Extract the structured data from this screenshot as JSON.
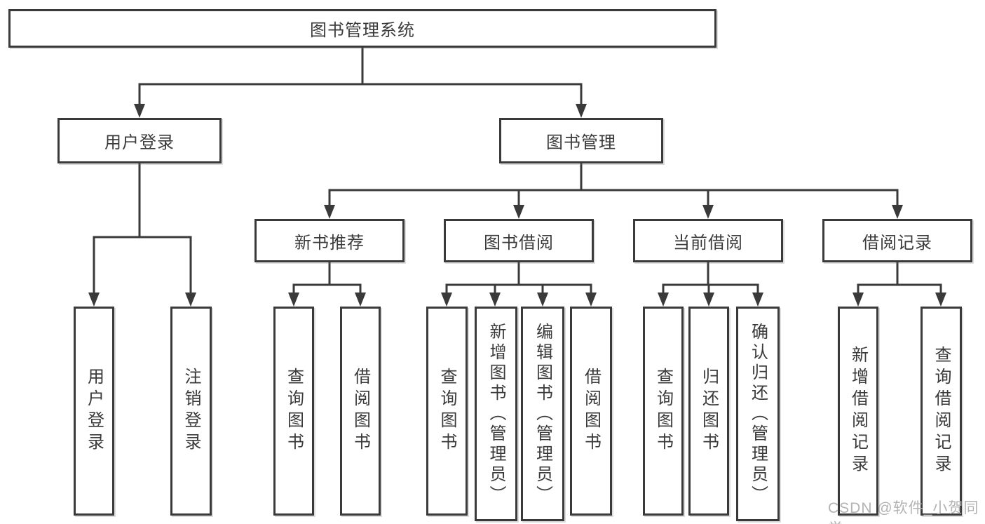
{
  "diagram": {
    "title": "图书管理系统",
    "branches": {
      "user_login": "用户登录",
      "book_management": "图书管理"
    },
    "sections": {
      "new_books": "新书推荐",
      "book_borrowing": "图书借阅",
      "current_borrowing": "当前借阅",
      "borrowing_records": "借阅记录"
    },
    "leaves": {
      "user_login": "用户登录",
      "logout": "注销登录",
      "nb_query_books": "查询图书",
      "nb_borrow_books": "借阅图书",
      "bb_query_books": "查询图书",
      "bb_add_books": "新增图书（管理员）",
      "bb_edit_books": "编辑图书（管理员）",
      "bb_borrow_books": "借阅图书",
      "cb_query_books": "查询图书",
      "cb_return_books": "归还图书",
      "cb_confirm_return": "确认归还（管理员）",
      "br_add_record": "新增借阅记录",
      "br_query_record": "查询借阅记录"
    }
  },
  "watermark": "CSDN @软件_小贺同学",
  "colors": {
    "line": "#3a3a3a",
    "text": "#3a3a3a",
    "watermark": "#b3b3b3",
    "background": "#ffffff"
  }
}
